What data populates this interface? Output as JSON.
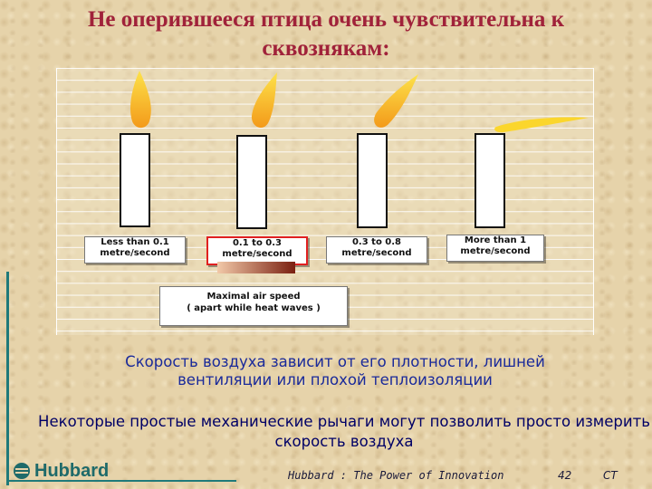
{
  "slide": {
    "title": "Не оперившееся птица очень чувствительна к сквознякам:",
    "candles": [
      {
        "label_line1": "Less than 0.1",
        "label_line2": "metre/second",
        "highlighted": false
      },
      {
        "label_line1": "0.1 to 0.3",
        "label_line2": "metre/second",
        "highlighted": true
      },
      {
        "label_line1": "0.3 to 0.8",
        "label_line2": "metre/second",
        "highlighted": false
      },
      {
        "label_line1": "More than 1",
        "label_line2": "metre/second",
        "highlighted": false
      }
    ],
    "maximal_box": {
      "line1": "Maximal air speed",
      "line2": "( apart while heat waves )"
    },
    "text1": "Скорость воздуха зависит от его плотности, лишней вентиляции или плохой теплоизоляции",
    "text2": "Некоторые простые механические рычаги могут позволить просто измерить скорость воздуха",
    "logo_text": "Hubbard",
    "footer": {
      "slogan": "Hubbard : The Power of Innovation",
      "page": "42",
      "author": "CT"
    },
    "colors": {
      "title": "#a0223a",
      "flame": "#f4a21c",
      "highlight_border": "#e02020",
      "text_blue": "#1a2a9a",
      "teal": "#1f7a7a"
    }
  }
}
